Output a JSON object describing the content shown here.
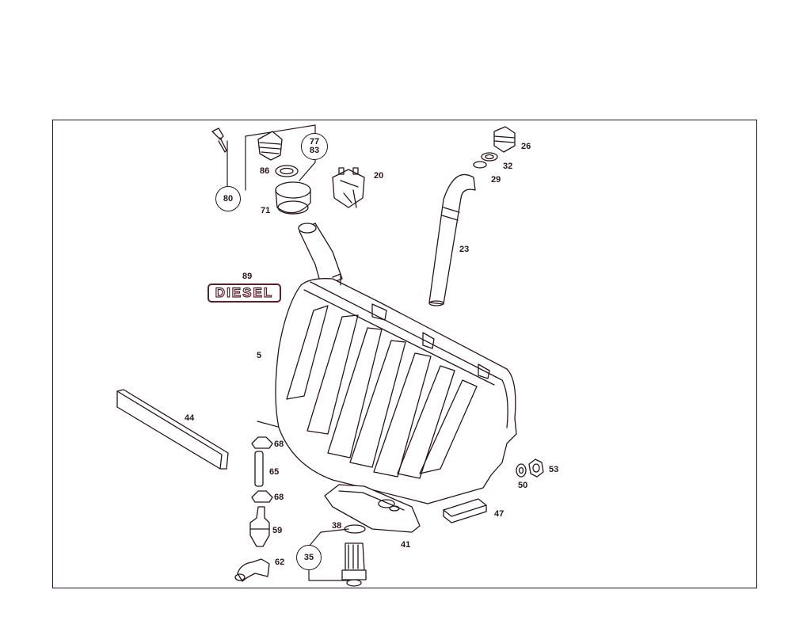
{
  "diagram": {
    "badge_text": "DIESEL",
    "callouts": [
      {
        "id": "p26",
        "text": "26"
      },
      {
        "id": "p32",
        "text": "32"
      },
      {
        "id": "p29",
        "text": "29"
      },
      {
        "id": "p20",
        "text": "20"
      },
      {
        "id": "p86",
        "text": "86"
      },
      {
        "id": "p71",
        "text": "71"
      },
      {
        "id": "p23",
        "text": "23"
      },
      {
        "id": "p89",
        "text": "89"
      },
      {
        "id": "p5",
        "text": "5"
      },
      {
        "id": "p44",
        "text": "44"
      },
      {
        "id": "p68a",
        "text": "68"
      },
      {
        "id": "p65",
        "text": "65"
      },
      {
        "id": "p68b",
        "text": "68"
      },
      {
        "id": "p59",
        "text": "59"
      },
      {
        "id": "p62",
        "text": "62"
      },
      {
        "id": "p38",
        "text": "38"
      },
      {
        "id": "p41",
        "text": "41"
      },
      {
        "id": "p47",
        "text": "47"
      },
      {
        "id": "p50",
        "text": "50"
      },
      {
        "id": "p53",
        "text": "53"
      }
    ],
    "circled": [
      {
        "id": "c80",
        "text": "80"
      },
      {
        "id": "c7783a",
        "text": "77"
      },
      {
        "id": "c7783b",
        "text": "83"
      },
      {
        "id": "c35",
        "text": "35"
      }
    ],
    "colors": {
      "line": "#2a1418",
      "accent": "#8a2035"
    }
  }
}
